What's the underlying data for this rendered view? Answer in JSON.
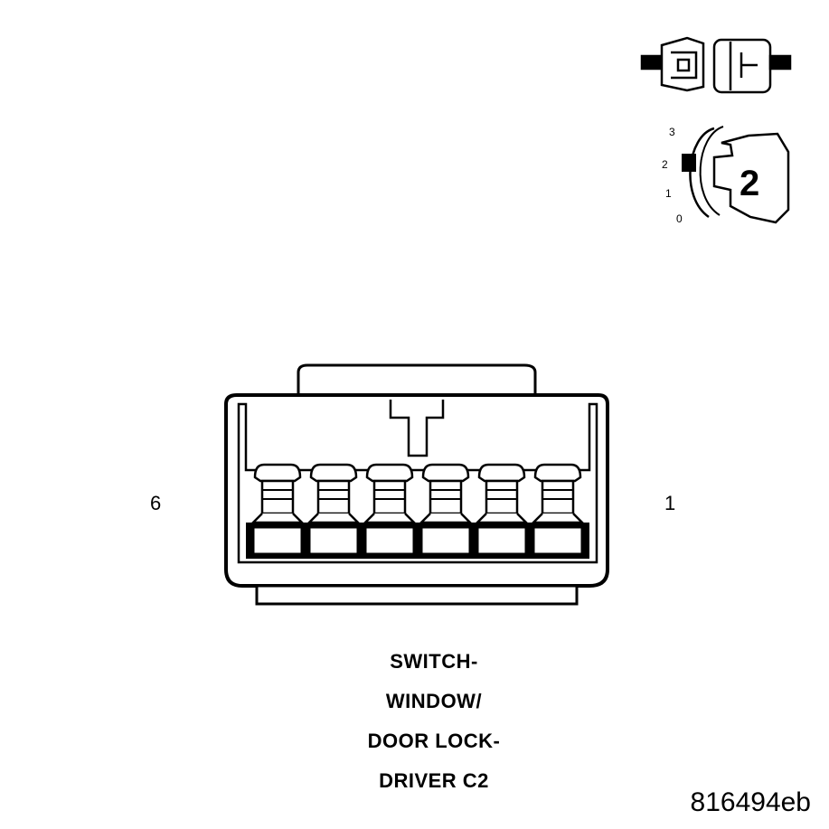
{
  "diagram": {
    "pin_left_label": "6",
    "pin_right_label": "1",
    "caption_lines": [
      "SWITCH-",
      "WINDOW/",
      "DOOR LOCK-",
      "DRIVER C2"
    ],
    "figure_id": "816494eb",
    "position_indicator": {
      "scale_labels": [
        "3",
        "2",
        "1",
        "0"
      ],
      "current_position": "2"
    },
    "colors": {
      "line": "#000000",
      "background": "#ffffff",
      "fill_light": "#f2f2f2"
    }
  }
}
